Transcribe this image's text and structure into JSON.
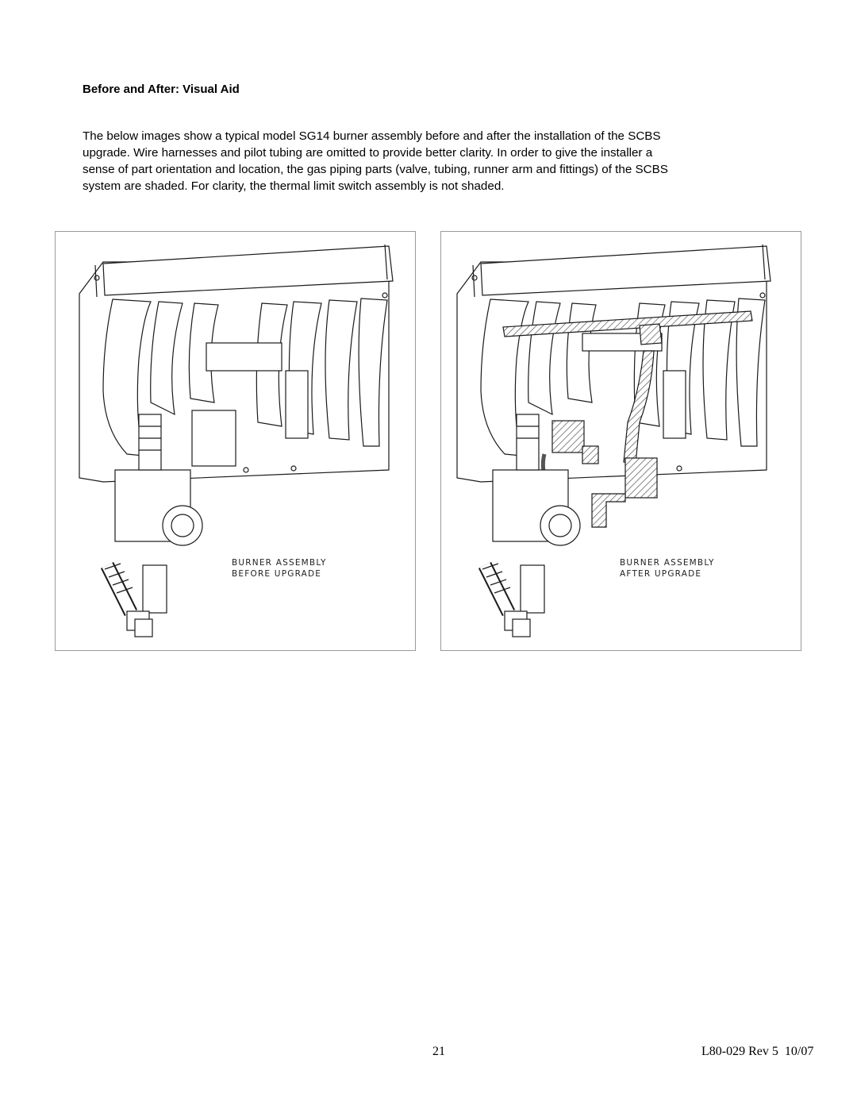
{
  "section": {
    "heading": "Before and After: Visual Aid",
    "paragraph_lines": [
      "The below images show a typical model SG14 burner assembly before and after the installation of the SCBS",
      "upgrade. Wire harnesses and pilot tubing are omitted to provide better clarity. In order to give the installer a",
      "sense of part orientation and location, the gas piping parts (valve, tubing, runner arm and fittings) of the SCBS",
      "system are shaded. For clarity, the thermal limit switch assembly is not shaded."
    ]
  },
  "figures": {
    "before": {
      "caption_line1": "BURNER ASSEMBLY",
      "caption_line2": "BEFORE UPGRADE"
    },
    "after": {
      "caption_line1": "BURNER ASSEMBLY",
      "caption_line2": "AFTER UPGRADE"
    }
  },
  "footer": {
    "page_number": "21",
    "doc_ref": "L80-029 Rev 5  10/07"
  }
}
